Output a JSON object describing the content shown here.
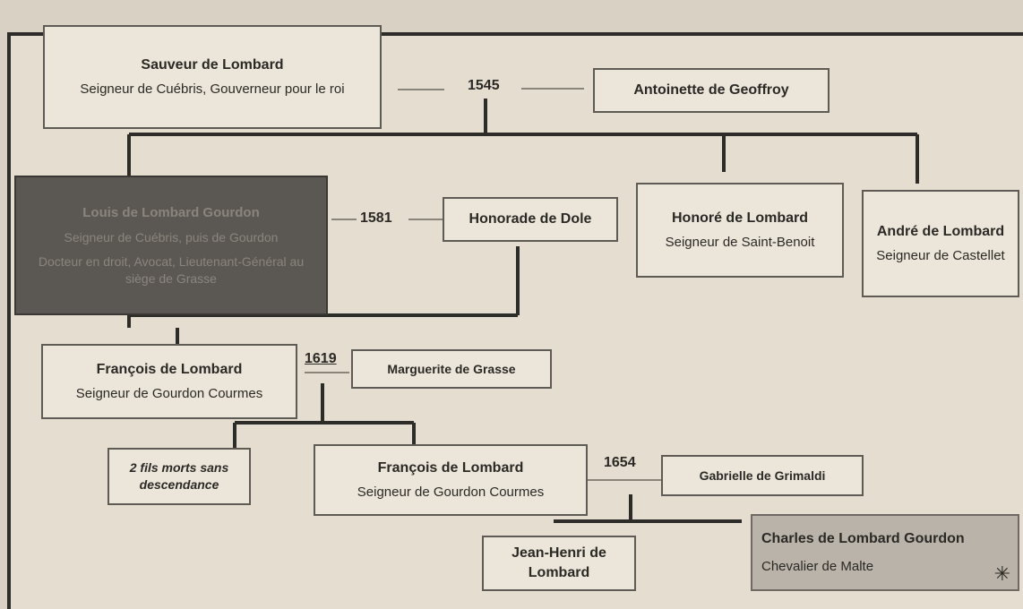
{
  "people": {
    "sauveur": {
      "name": "Sauveur de Lombard",
      "title": "Seigneur de Cuébris, Gouverneur pour le roi"
    },
    "antoinette": {
      "name": "Antoinette de Geoffroy"
    },
    "louis": {
      "name": "Louis de Lombard Gourdon",
      "title1": "Seigneur de Cuébris, puis de Gourdon",
      "title2": "Docteur en droit, Avocat, Lieutenant-Général au siège de Grasse"
    },
    "honorade": {
      "name": "Honorade de Dole"
    },
    "honore": {
      "name": "Honoré de Lombard",
      "title": "Seigneur de Saint-Benoit"
    },
    "andre": {
      "name": "André de Lombard",
      "title": "Seigneur de Castellet"
    },
    "francois1": {
      "name": "François de Lombard",
      "title": "Seigneur de Gourdon Courmes"
    },
    "marguerite": {
      "name": "Marguerite de Grasse"
    },
    "fils": {
      "name": "2 fils morts sans descendance"
    },
    "francois2": {
      "name": "François de Lombard",
      "title": "Seigneur de Gourdon Courmes"
    },
    "gabrielle": {
      "name": "Gabrielle de Grimaldi"
    },
    "jeanhenri": {
      "name": "Jean-Henri de Lombard"
    },
    "charles": {
      "name": "Charles de Lombard Gourdon",
      "title": "Chevalier de Malte"
    }
  },
  "marriages": {
    "m1": "1545",
    "m2": "1581",
    "m3": "1619",
    "m4": "1654"
  },
  "icons": {
    "maltese_cross": "maltese-cross-icon"
  }
}
